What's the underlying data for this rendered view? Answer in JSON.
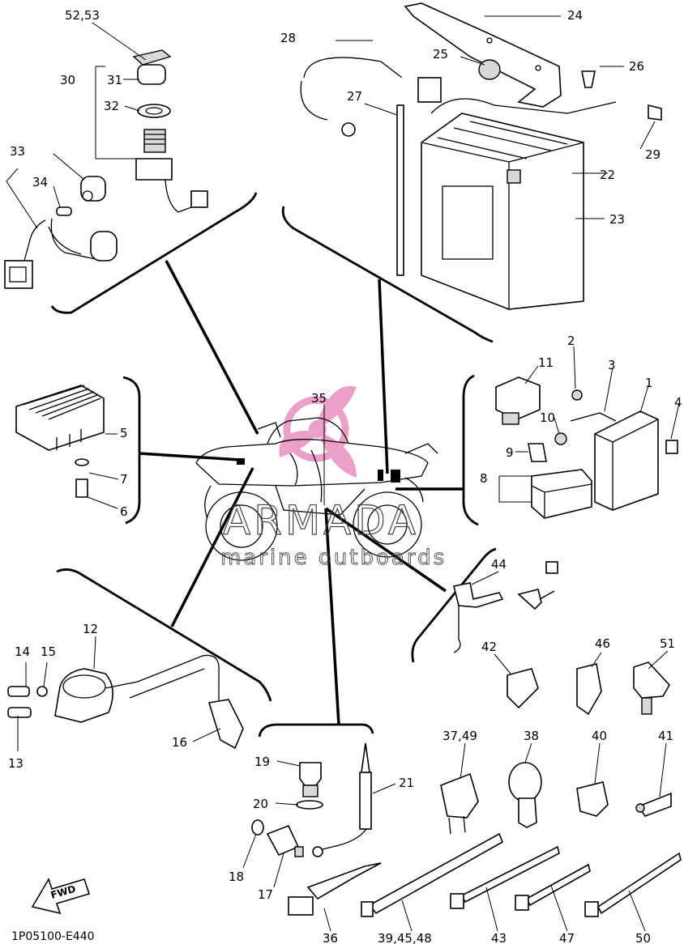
{
  "diagram_code": "1P05100-E440",
  "fwd_label": "FWD",
  "watermark": {
    "brand": "ARMADA",
    "tagline": "marine outboards"
  },
  "callouts": {
    "c1": "1",
    "c2": "2",
    "c3": "3",
    "c4": "4",
    "c5": "5",
    "c6": "6",
    "c7": "7",
    "c8": "8",
    "c9": "9",
    "c10": "10",
    "c11": "11",
    "c12": "12",
    "c13": "13",
    "c14": "14",
    "c15": "15",
    "c16": "16",
    "c17": "17",
    "c18": "18",
    "c19": "19",
    "c20": "20",
    "c21": "21",
    "c22": "22",
    "c23": "23",
    "c24": "24",
    "c25": "25",
    "c26": "26",
    "c27": "27",
    "c28": "28",
    "c29": "29",
    "c30": "30",
    "c31": "31",
    "c32": "32",
    "c33": "33",
    "c34": "34",
    "c35": "35",
    "c36": "36",
    "c37_49": "37,49",
    "c38": "38",
    "c39_45_48": "39,45,48",
    "c40": "40",
    "c41": "41",
    "c42": "42",
    "c43": "43",
    "c44": "44",
    "c46": "46",
    "c47": "47",
    "c50": "50",
    "c51": "51",
    "c52_53": "52,53"
  },
  "colors": {
    "line": "#000000",
    "watermark_pink": "#e98fc0",
    "background": "#ffffff"
  }
}
